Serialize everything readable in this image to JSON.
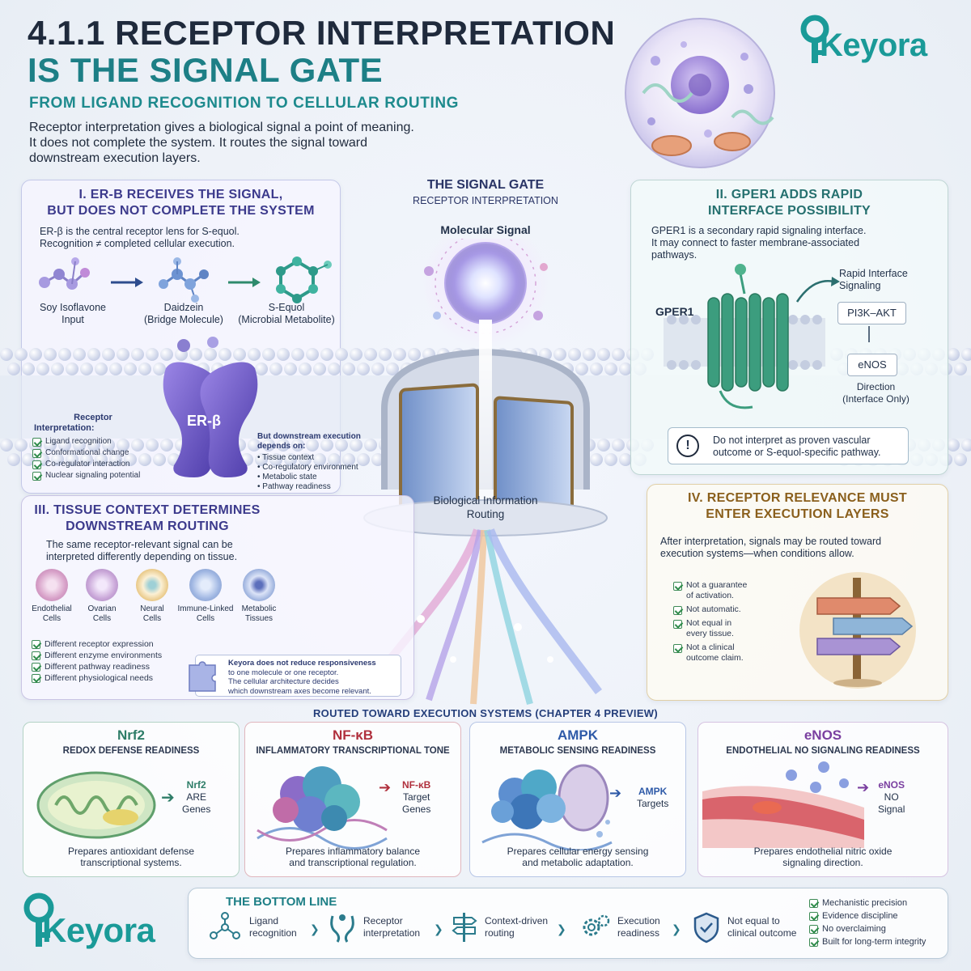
{
  "header": {
    "title_line1": "4.1.1 RECEPTOR INTERPRETATION",
    "title_line2": "IS THE SIGNAL GATE",
    "subtitle": "FROM LIGAND RECOGNITION TO CELLULAR ROUTING",
    "intro_line1": "Receptor interpretation gives a biological signal a point of meaning.",
    "intro_line2": "It does not complete the system. It routes the signal toward",
    "intro_line3": "downstream execution layers."
  },
  "brand": {
    "name": "Keyora",
    "color": "#1a9a98"
  },
  "center": {
    "gate_title": "THE SIGNAL GATE",
    "gate_subtitle": "RECEPTOR INTERPRETATION",
    "molecular_signal": "Molecular Signal",
    "routing_line1": "Biological Information",
    "routing_line2": "Routing"
  },
  "panel1": {
    "title_line1": "I. ER-β RECEIVES THE SIGNAL,",
    "title_line2": "BUT DOES NOT COMPLETE THE SYSTEM",
    "body_line1": "ER-β is the central receptor lens for S-equol.",
    "body_line2": "Recognition ≠ completed cellular execution.",
    "molecules": [
      {
        "name": "Soy Isoflavone",
        "sub": "Input"
      },
      {
        "name": "Daidzein",
        "sub": "(Bridge Molecule)"
      },
      {
        "name": "S-Equol",
        "sub": "(Microbial Metabolite)"
      }
    ],
    "receptor_label": "ER-β",
    "interp_title_line1": "Receptor",
    "interp_title_line2": "Interpretation:",
    "interp_items": [
      "Ligand recognition",
      "Conformational change",
      "Co-regulator interaction",
      "Nuclear signaling potential"
    ],
    "downstream_title_line1": "But downstream execution",
    "downstream_title_line2": "depends on:",
    "downstream_items": [
      "• Tissue context",
      "• Co-regulatory environment",
      "• Metabolic state",
      "• Pathway readiness"
    ]
  },
  "panel2": {
    "title_line1": "II. GPER1 ADDS RAPID",
    "title_line2": "INTERFACE POSSIBILITY",
    "body_line1": "GPER1 is a secondary rapid signaling interface.",
    "body_line2": "It may connect to faster membrane-associated",
    "body_line3": "pathways.",
    "gper_label": "GPER1",
    "rapid_line1": "Rapid Interface",
    "rapid_line2": "Signaling",
    "box1": "PI3K–AKT",
    "box2": "eNOS",
    "direction_line1": "Direction",
    "direction_line2": "(Interface Only)",
    "warning_line1": "Do not interpret as proven vascular",
    "warning_line2": "outcome or S-equol-specific pathway."
  },
  "panel3": {
    "title_line1": "III. TISSUE CONTEXT DETERMINES",
    "title_line2": "DOWNSTREAM ROUTING",
    "body_line1": "The same receptor-relevant signal can be",
    "body_line2": "interpreted differently depending on tissue.",
    "cells": [
      {
        "l1": "Endothelial",
        "l2": "Cells",
        "color": "#d7a0c8"
      },
      {
        "l1": "Ovarian",
        "l2": "Cells",
        "color": "#c9a6d8"
      },
      {
        "l1": "Neural",
        "l2": "Cells",
        "color": "#e6c27a"
      },
      {
        "l1": "Immune-Linked",
        "l2": "Cells",
        "color": "#9fb6e2"
      },
      {
        "l1": "Metabolic",
        "l2": "Tissues",
        "color": "#8fa7d8"
      }
    ],
    "items": [
      "Different receptor expression",
      "Different enzyme environments",
      "Different pathway readiness",
      "Different physiological needs"
    ],
    "note_line1": "Keyora does not reduce responsiveness",
    "note_line2": "to one molecule or one receptor.",
    "note_line3": "The cellular architecture decides",
    "note_line4": "which downstream axes become relevant."
  },
  "panel4": {
    "title_line1": "IV. RECEPTOR RELEVANCE MUST",
    "title_line2": "ENTER EXECUTION LAYERS",
    "body_line1": "After interpretation, signals may be routed toward",
    "body_line2": "execution systems—when conditions allow.",
    "items": [
      {
        "l1": "Not a guarantee",
        "l2": "of activation."
      },
      {
        "l1": "Not automatic.",
        "l2": ""
      },
      {
        "l1": "Not equal in",
        "l2": "every tissue."
      },
      {
        "l1": "Not a clinical",
        "l2": "outcome claim."
      }
    ]
  },
  "routed_label": "ROUTED TOWARD EXECUTION SYSTEMS (CHAPTER 4 PREVIEW)",
  "exec": [
    {
      "title": "Nrf2",
      "subtitle": "REDOX DEFENSE READINESS",
      "target_l1": "Nrf2",
      "target_l2": "ARE",
      "target_l3": "Genes",
      "desc_l1": "Prepares antioxidant defense",
      "desc_l2": "transcriptional systems.",
      "color": "#2e7d68"
    },
    {
      "title": "NF-κB",
      "subtitle": "INFLAMMATORY TRANSCRIPTIONAL TONE",
      "target_l1": "NF-κB",
      "target_l2": "Target",
      "target_l3": "Genes",
      "desc_l1": "Prepares inflammatory balance",
      "desc_l2": "and transcriptional regulation.",
      "color": "#b0303d"
    },
    {
      "title": "AMPK",
      "subtitle": "METABOLIC SENSING READINESS",
      "target_l1": "AMPK",
      "target_l2": "Targets",
      "target_l3": "",
      "desc_l1": "Prepares cellular energy sensing",
      "desc_l2": "and metabolic adaptation.",
      "color": "#2e5aa8"
    },
    {
      "title": "eNOS",
      "subtitle": "ENDOTHELIAL NO SIGNALING READINESS",
      "target_l1": "eNOS",
      "target_l2": "NO",
      "target_l3": "Signal",
      "desc_l1": "Prepares endothelial nitric oxide",
      "desc_l2": "signaling direction.",
      "color": "#7a3fa0"
    }
  ],
  "bottom": {
    "title": "THE BOTTOM LINE",
    "steps": [
      {
        "l1": "Ligand",
        "l2": "recognition"
      },
      {
        "l1": "Receptor",
        "l2": "interpretation"
      },
      {
        "l1": "Context-driven",
        "l2": "routing"
      },
      {
        "l1": "Execution",
        "l2": "readiness"
      },
      {
        "l1": "Not equal to",
        "l2": "clinical outcome"
      }
    ],
    "checks": [
      "Mechanistic precision",
      "Evidence discipline",
      "No overclaiming",
      "Built for long-term integrity"
    ]
  }
}
